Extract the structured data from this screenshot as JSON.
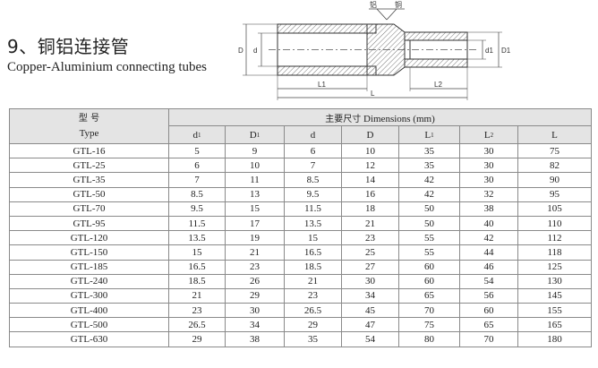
{
  "title": {
    "number_cn": "9、铜铝连接管",
    "english": "Copper-Aluminium connecting tubes"
  },
  "diagram": {
    "label_al": "铝",
    "label_cu": "铜",
    "label_D": "D",
    "label_d": "d",
    "label_d1": "d1",
    "label_D1": "D1",
    "label_L1": "L1",
    "label_L2": "L2",
    "label_L": "L"
  },
  "table": {
    "type_header_cn": "型 号",
    "type_header_en": "Type",
    "dim_header_cn": "主要尺寸",
    "dim_header_en": "Dimensions (mm)",
    "columns": [
      {
        "base": "d",
        "sub": "1"
      },
      {
        "base": "D",
        "sub": "1"
      },
      {
        "base": "d",
        "sub": ""
      },
      {
        "base": "D",
        "sub": ""
      },
      {
        "base": "L",
        "sub": "1"
      },
      {
        "base": "L",
        "sub": "2"
      },
      {
        "base": "L",
        "sub": ""
      }
    ],
    "rows": [
      [
        "GTL-16",
        "5",
        "9",
        "6",
        "10",
        "35",
        "30",
        "75"
      ],
      [
        "GTL-25",
        "6",
        "10",
        "7",
        "12",
        "35",
        "30",
        "82"
      ],
      [
        "GTL-35",
        "7",
        "11",
        "8.5",
        "14",
        "42",
        "30",
        "90"
      ],
      [
        "GTL-50",
        "8.5",
        "13",
        "9.5",
        "16",
        "42",
        "32",
        "95"
      ],
      [
        "GTL-70",
        "9.5",
        "15",
        "11.5",
        "18",
        "50",
        "38",
        "105"
      ],
      [
        "GTL-95",
        "11.5",
        "17",
        "13.5",
        "21",
        "50",
        "40",
        "110"
      ],
      [
        "GTL-120",
        "13.5",
        "19",
        "15",
        "23",
        "55",
        "42",
        "112"
      ],
      [
        "GTL-150",
        "15",
        "21",
        "16.5",
        "25",
        "55",
        "44",
        "118"
      ],
      [
        "GTL-185",
        "16.5",
        "23",
        "18.5",
        "27",
        "60",
        "46",
        "125"
      ],
      [
        "GTL-240",
        "18.5",
        "26",
        "21",
        "30",
        "60",
        "54",
        "130"
      ],
      [
        "GTL-300",
        "21",
        "29",
        "23",
        "34",
        "65",
        "56",
        "145"
      ],
      [
        "GTL-400",
        "23",
        "30",
        "26.5",
        "45",
        "70",
        "60",
        "155"
      ],
      [
        "GTL-500",
        "26.5",
        "34",
        "29",
        "47",
        "75",
        "65",
        "165"
      ],
      [
        "GTL-630",
        "29",
        "38",
        "35",
        "54",
        "80",
        "70",
        "180"
      ]
    ]
  }
}
